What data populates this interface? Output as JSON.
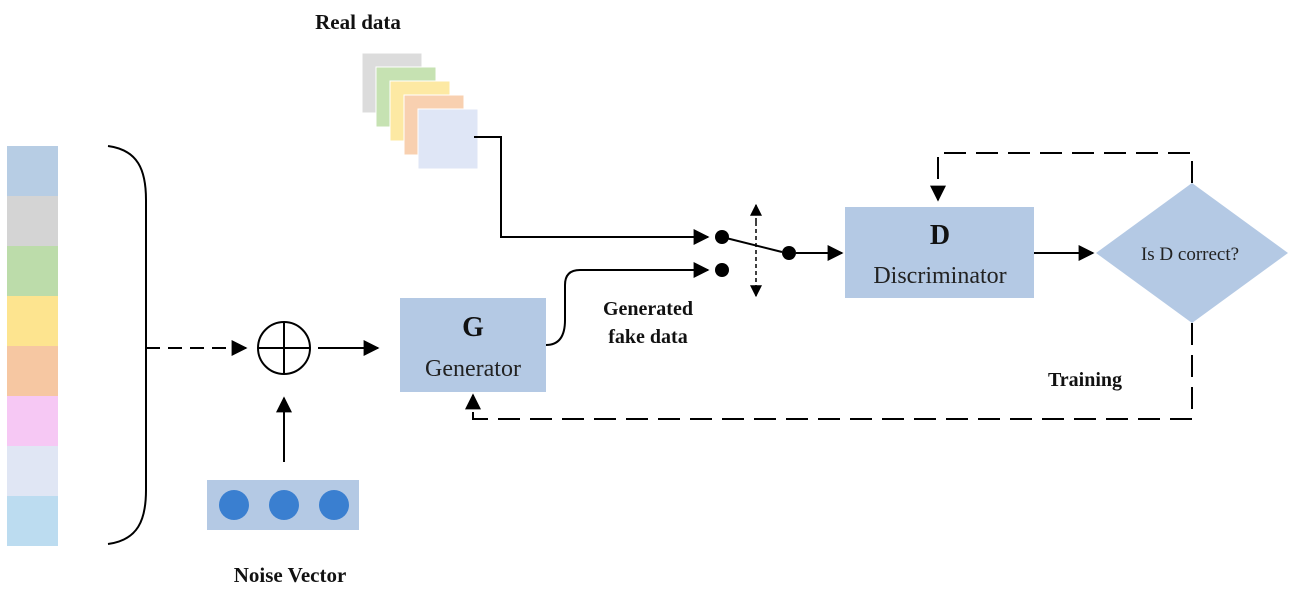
{
  "labels": {
    "real_data": "Real data",
    "noise_vector": "Noise Vector",
    "generated_line1": "Generated",
    "generated_line2": "fake data",
    "training": "Training"
  },
  "generator": {
    "letter": "G",
    "name": "Generator"
  },
  "discriminator": {
    "letter": "D",
    "name": "Discriminator"
  },
  "decision": {
    "question": "Is D correct?"
  },
  "colors": {
    "box_fill": "#b4c9e4",
    "noise_dot": "#3a7fd0",
    "line": "#000000",
    "condition_cells": [
      "#b7cde4",
      "#d4d4d4",
      "#bcdcaa",
      "#fde48f",
      "#f6c7a2",
      "#f6c8f4",
      "#e0e6f4",
      "#bcdcf0"
    ],
    "real_data_stack": [
      "#dcdcdc",
      "#c6e2b2",
      "#fde9a3",
      "#f8d0b0",
      "#dfe6f6"
    ]
  }
}
